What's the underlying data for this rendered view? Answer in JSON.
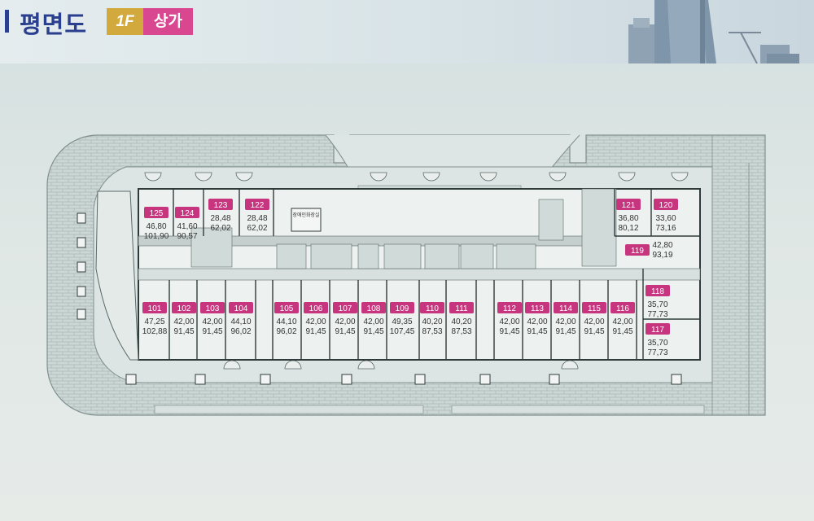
{
  "header": {
    "title": "평면도",
    "floor_badge": "1F",
    "type_badge": "상가"
  },
  "plan": {
    "room_label": "장애인화장실",
    "units": [
      {
        "name": "125",
        "area1": "46,80",
        "area2": "101,90"
      },
      {
        "name": "124",
        "area1": "41,60",
        "area2": "90,57"
      },
      {
        "name": "123",
        "area1": "28,48",
        "area2": "62,02"
      },
      {
        "name": "122",
        "area1": "28,48",
        "area2": "62,02"
      },
      {
        "name": "121",
        "area1": "36,80",
        "area2": "80,12"
      },
      {
        "name": "120",
        "area1": "33,60",
        "area2": "73,16"
      },
      {
        "name": "119",
        "area1": "42,80",
        "area2": "93,19"
      },
      {
        "name": "118",
        "area1": "35,70",
        "area2": "77,73"
      },
      {
        "name": "117",
        "area1": "35,70",
        "area2": "77,73"
      },
      {
        "name": "101",
        "area1": "47,25",
        "area2": "102,88"
      },
      {
        "name": "102",
        "area1": "42,00",
        "area2": "91,45"
      },
      {
        "name": "103",
        "area1": "42,00",
        "area2": "91,45"
      },
      {
        "name": "104",
        "area1": "44,10",
        "area2": "96,02"
      },
      {
        "name": "105",
        "area1": "44,10",
        "area2": "96,02"
      },
      {
        "name": "106",
        "area1": "42,00",
        "area2": "91,45"
      },
      {
        "name": "107",
        "area1": "42,00",
        "area2": "91,45"
      },
      {
        "name": "108",
        "area1": "42,00",
        "area2": "91,45"
      },
      {
        "name": "109",
        "area1": "49,35",
        "area2": "107,45"
      },
      {
        "name": "110",
        "area1": "40,20",
        "area2": "87,53"
      },
      {
        "name": "111",
        "area1": "40,20",
        "area2": "87,53"
      },
      {
        "name": "112",
        "area1": "42,00",
        "area2": "91,45"
      },
      {
        "name": "113",
        "area1": "42,00",
        "area2": "91,45"
      },
      {
        "name": "114",
        "area1": "42,00",
        "area2": "91,45"
      },
      {
        "name": "115",
        "area1": "42,00",
        "area2": "91,45"
      },
      {
        "name": "116",
        "area1": "42,00",
        "area2": "91,45"
      }
    ]
  },
  "colors": {
    "title": "#2b3f8f",
    "floor_badge": "#d2a93c",
    "type_badge": "#d8478f",
    "unit_tag": "#c7357f"
  }
}
